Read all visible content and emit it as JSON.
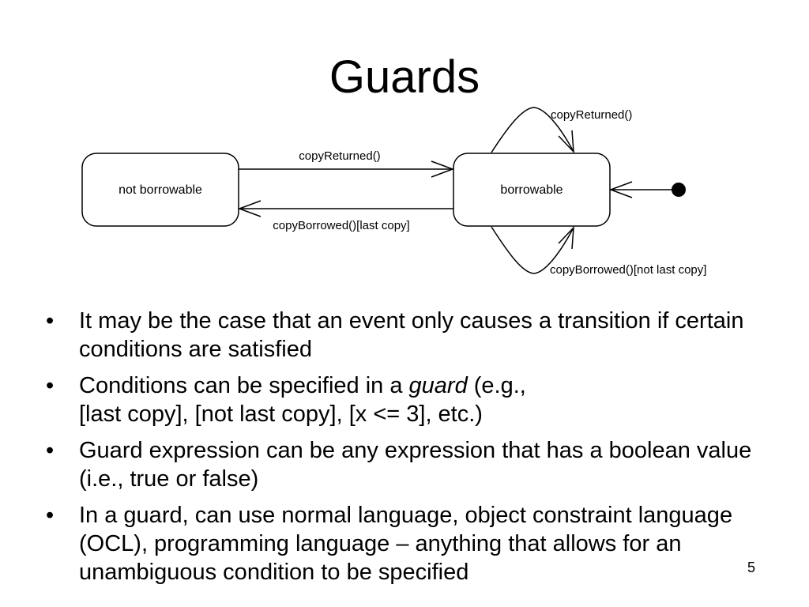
{
  "slide": {
    "title": "Guards",
    "page_number": "5"
  },
  "diagram": {
    "states": {
      "not_borrowable": "not borrowable",
      "borrowable": "borrowable"
    },
    "transitions": {
      "copy_returned": "copyReturned()",
      "copy_borrowed_last": "copyBorrowed()[last copy]",
      "self_copy_returned": "copyReturned()",
      "self_copy_borrowed_not_last": "copyBorrowed()[not last copy]"
    }
  },
  "bullets": [
    {
      "text": "It may be the case that an event only causes a transition if certain conditions are satisfied"
    },
    {
      "before": "Conditions can be specified in a ",
      "emphasis": "guard",
      "after": " (e.g.,",
      "line2": "[last copy], [not last copy], [x <= 3], etc.)"
    },
    {
      "text": "Guard expression can be any expression that has a boolean value (i.e., true or false)"
    },
    {
      "text": "In a guard, can use normal language, object constraint language (OCL), programming language – anything that allows for an unambiguous condition to be specified"
    }
  ],
  "bullet_symbol": "•"
}
